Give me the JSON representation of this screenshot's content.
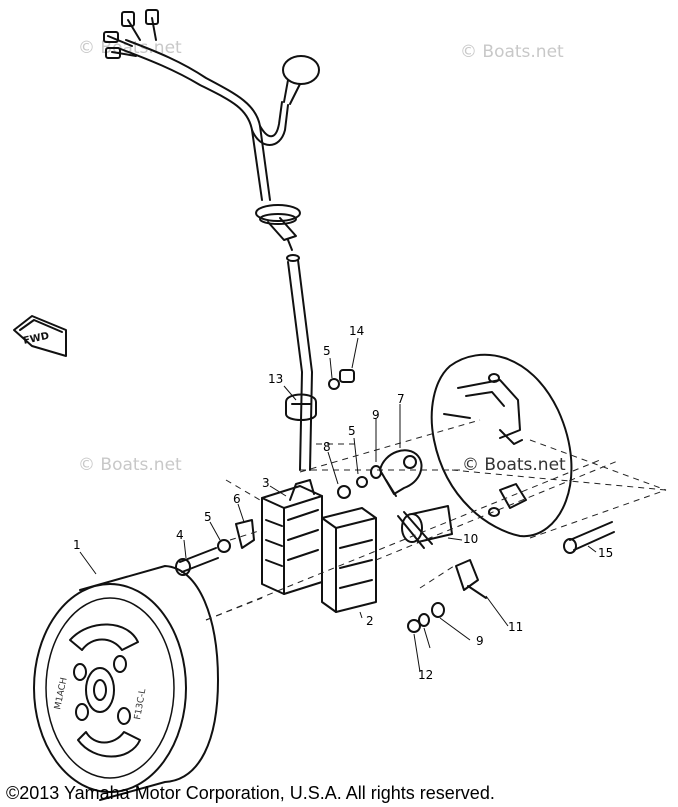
{
  "watermarks": [
    "© Boats.net",
    "© Boats.net",
    "© Boats.net",
    "© Boats.net"
  ],
  "fwd_label": "FWD",
  "rotor_marks": [
    "M1ACH",
    "F13C-L"
  ],
  "part_numbers": [
    "1",
    "2",
    "3",
    "4",
    "5",
    "5",
    "5",
    "6",
    "7",
    "8",
    "9",
    "9",
    "10",
    "11",
    "12",
    "13",
    "14",
    "15"
  ],
  "copyright": "©2013 Yamaha Motor Corporation, U.S.A. All rights reserved."
}
